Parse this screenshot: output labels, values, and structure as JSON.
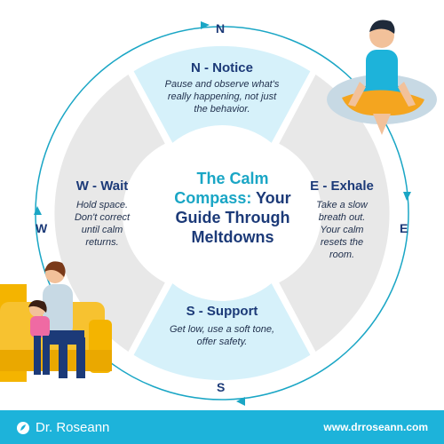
{
  "compass": {
    "north": "N",
    "east": "E",
    "south": "S",
    "west": "W"
  },
  "center": {
    "line1_teal": "The Calm",
    "line2_teal": "Compass:",
    "line2_navy": "Your",
    "line3_navy": "Guide Through",
    "line4_navy": "Meltdowns"
  },
  "segments": {
    "notice": {
      "title": "N - Notice",
      "desc_lines": [
        "Pause and observe what's",
        "really happening, not just",
        "the behavior."
      ]
    },
    "exhale": {
      "title": "E - Exhale",
      "desc_lines": [
        "Take a slow",
        "breath out.",
        "Your calm",
        "resets the",
        "room."
      ]
    },
    "support": {
      "title": "S - Support",
      "desc_lines": [
        "Get low, use a soft tone,",
        "offer safety."
      ]
    },
    "wait": {
      "title": "W - Wait",
      "desc_lines": [
        "Hold space.",
        "Don't correct",
        "until calm",
        "returns."
      ]
    }
  },
  "footer": {
    "brand": "Dr. Roseann",
    "url": "www.drroseann.com"
  },
  "colors": {
    "teal": "#1aa6c5",
    "navy": "#1c3a78",
    "light_blue": "#d6f1fa",
    "light_gray": "#e8e8e8",
    "footer_bg": "#1db3da"
  },
  "icons": [
    "meditating-person-illustration",
    "parent-child-sofa-illustration",
    "leaf-logo-icon"
  ]
}
